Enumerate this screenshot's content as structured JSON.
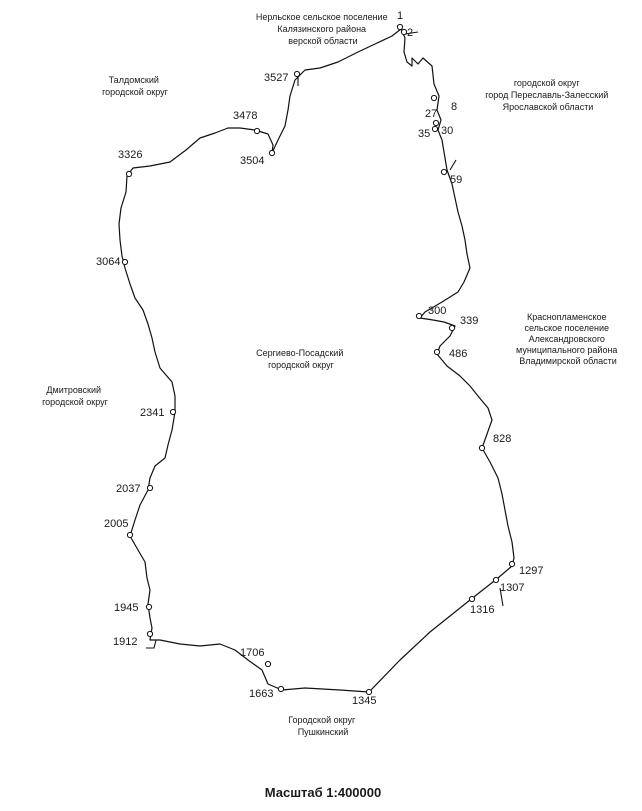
{
  "neighbors": {
    "nerl": [
      "Нерльское сельское поселение",
      "Калязинского района",
      "верской области"
    ],
    "taldom": [
      "Талдомский",
      "городской округ"
    ],
    "pereslavl": [
      "городской округ",
      "город Переславль-Залесский",
      "Ярославской области"
    ],
    "sergiev": [
      "Сергиево-Посадский",
      "городской округ"
    ],
    "krasnoplam": [
      "Краснопламенское",
      "сельское поселение",
      "Александровского",
      "муниципального района",
      "Владимирской области"
    ],
    "dmitrov": [
      "Дмитровский",
      "городской округ"
    ],
    "pushkino": [
      "Городской округ",
      "Пушкинский"
    ]
  },
  "points": [
    "1",
    "2",
    "3527",
    "3478",
    "3504",
    "3326",
    "3064",
    "8",
    "27",
    "35",
    "30",
    "59",
    "300",
    "339",
    "486",
    "828",
    "2341",
    "2037",
    "2005",
    "1297",
    "1307",
    "1316",
    "1945",
    "1912",
    "1706",
    "1663",
    "1345"
  ],
  "scale_label": "Масштаб 1:400000"
}
